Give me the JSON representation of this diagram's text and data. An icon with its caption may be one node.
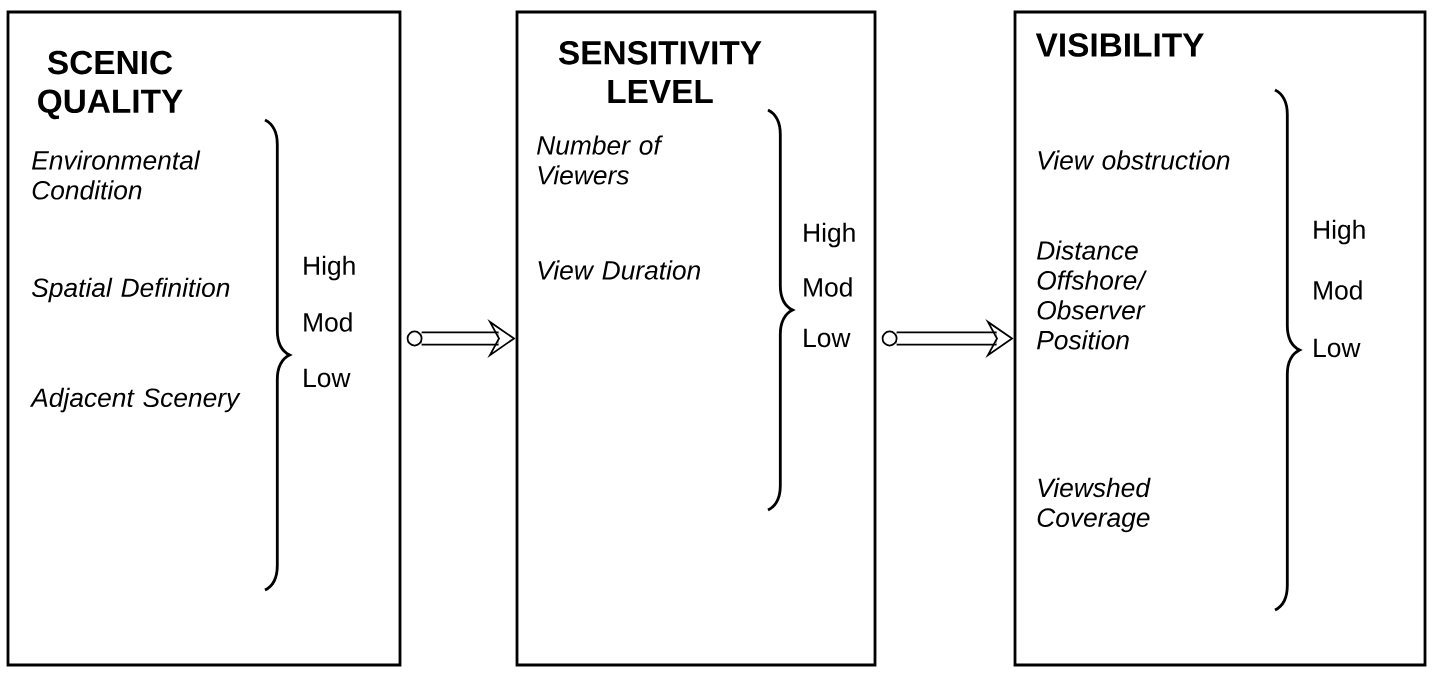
{
  "diagram": {
    "nodes": [
      {
        "text": [
          "SCENIC QUALITY",
          "Environmental Condition",
          "Spatial Definition",
          "Adjacent Scenery",
          "High",
          "Mod",
          "Low"
        ]
      },
      {
        "text": [
          "SENSITIVITY LEVEL",
          "Number of Viewers",
          "View Duration",
          "High",
          "Mod",
          "Low"
        ]
      },
      {
        "text": [
          "VISIBILITY",
          "View obstruction",
          "Distance Offshore/ Observer Position",
          "Viewshed Coverage",
          "High",
          "Mod",
          "Low"
        ]
      }
    ],
    "edges": [
      {
        "from": 0,
        "to": 1,
        "arrow": "to"
      },
      {
        "from": 1,
        "to": 2,
        "arrow": "to"
      }
    ]
  }
}
